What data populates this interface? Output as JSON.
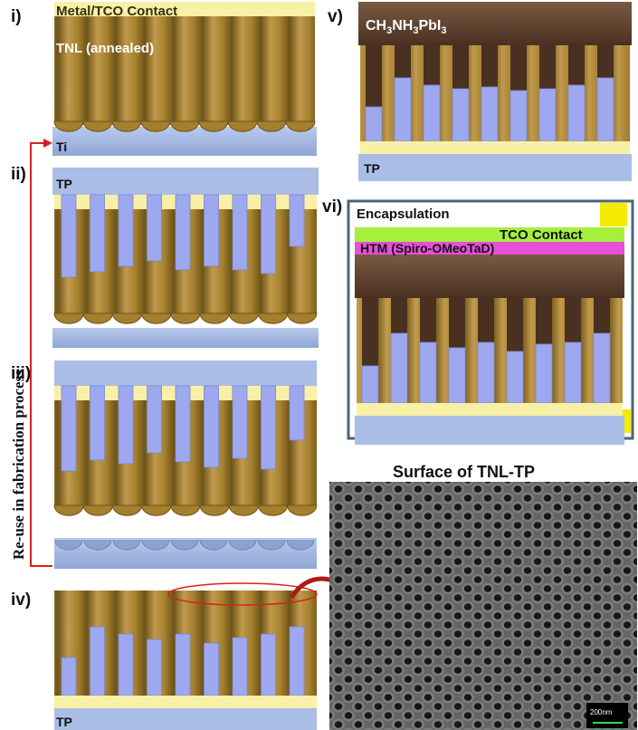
{
  "panels": {
    "i": {
      "label": "i)",
      "contact": "Metal/TCO Contact",
      "tnl": "TNL (annealed)",
      "substrate": "Ti"
    },
    "ii": {
      "label": "ii)",
      "tp": "TP"
    },
    "iii": {
      "label": "iii)"
    },
    "iv": {
      "label": "iv)",
      "tp": "TP"
    },
    "v": {
      "label": "v)",
      "perovskite": "CH3NH3PbI3",
      "perovskite_main": "CH",
      "perovskite_sub1": "3",
      "perovskite_mid": "NH",
      "perovskite_sub2": "3",
      "perovskite_end": "PbI",
      "perovskite_sub3": "3",
      "tp": "TP"
    },
    "vi": {
      "label": "vi)",
      "encapsulation": "Encapsulation",
      "tco": "TCO Contact",
      "htm": "HTM (Spiro-OMeoTaD)"
    }
  },
  "side_label": "Re-use in fabrication process",
  "sem": {
    "title": "Surface of TNL-TP",
    "scale": "200nm"
  },
  "colors": {
    "tube": "#a37f2e",
    "tube_dark": "#6e5418",
    "tube_light": "#c9a256",
    "pore": "#9ea8ee",
    "pore_edge": "#7d86d0",
    "substrate": "#a9bde6",
    "yellow": "#f7f0a6",
    "perovskite": "#5a3d2b",
    "tco_green": "#a6f03c",
    "htm_pink": "#e84fd8",
    "encap_border": "#4b6578",
    "accent_yellow": "#f3ec00",
    "arrow_red": "#d82020"
  }
}
